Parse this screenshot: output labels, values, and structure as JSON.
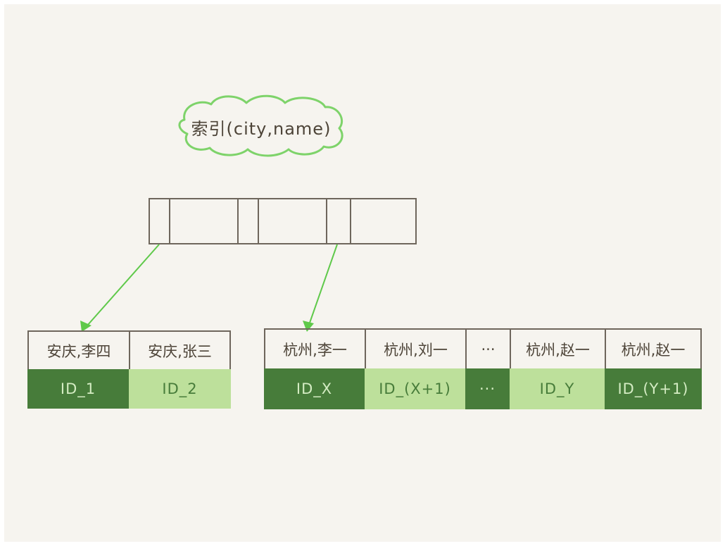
{
  "index_label": "索引(city,name)",
  "left_leaf": {
    "keys": [
      "安庆,李四",
      "安庆,张三"
    ],
    "ids": [
      "ID_1",
      "ID_2"
    ]
  },
  "right_leaf": {
    "keys": [
      "杭州,李一",
      "杭州,刘一",
      "···",
      "杭州,赵一",
      "杭州,赵一"
    ],
    "ids": [
      "ID_X",
      "ID_(X+1)",
      "···",
      "ID_Y",
      "ID_(Y+1)"
    ]
  },
  "colors": {
    "dark_green": "#477c3a",
    "light_green": "#bde09b",
    "arrow_green": "#5fc94a",
    "cloud_outline": "#7ed36a"
  }
}
